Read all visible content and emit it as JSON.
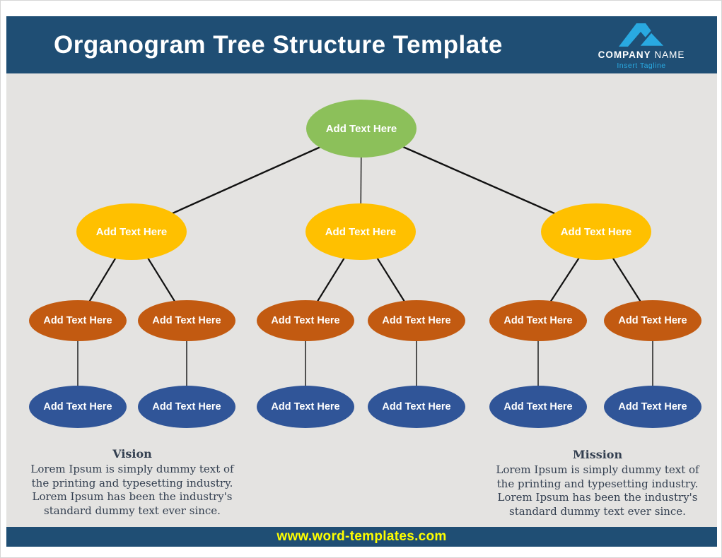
{
  "header": {
    "title": "Organogram Tree Structure Template"
  },
  "logo": {
    "company_bold": "COMPANY",
    "company_regular": "NAME",
    "tagline": "Insert Tagline"
  },
  "tree": {
    "root": {
      "label": "Add Text Here"
    },
    "level2": [
      {
        "label": "Add Text Here"
      },
      {
        "label": "Add Text Here"
      },
      {
        "label": "Add Text Here"
      }
    ],
    "level3": [
      {
        "label": "Add Text Here"
      },
      {
        "label": "Add Text Here"
      },
      {
        "label": "Add Text Here"
      },
      {
        "label": "Add Text Here"
      },
      {
        "label": "Add Text Here"
      },
      {
        "label": "Add Text Here"
      }
    ],
    "level4": [
      {
        "label": "Add Text Here"
      },
      {
        "label": "Add Text Here"
      },
      {
        "label": "Add Text Here"
      },
      {
        "label": "Add Text Here"
      },
      {
        "label": "Add Text Here"
      },
      {
        "label": "Add Text Here"
      }
    ]
  },
  "vision": {
    "title": "Vision",
    "body": "Lorem Ipsum is simply dummy text of the printing and typesetting industry. Lorem Ipsum has been the industry's standard dummy text ever since."
  },
  "mission": {
    "title": "Mission",
    "body": "Lorem Ipsum is simply dummy text of the printing and typesetting industry. Lorem Ipsum has been the industry's standard dummy text ever since."
  },
  "footer": {
    "url": "www.word-templates.com"
  },
  "colors": {
    "header_navy": "#1f4e74",
    "canvas_gray": "#e4e3e1",
    "root_green": "#8cc05a",
    "level2_yellow": "#ffc000",
    "level3_orange": "#c25a11",
    "level4_blue": "#305598",
    "logo_blue": "#29a9e1",
    "footer_link_yellow": "#ffff00",
    "statement_text": "#333f50"
  }
}
